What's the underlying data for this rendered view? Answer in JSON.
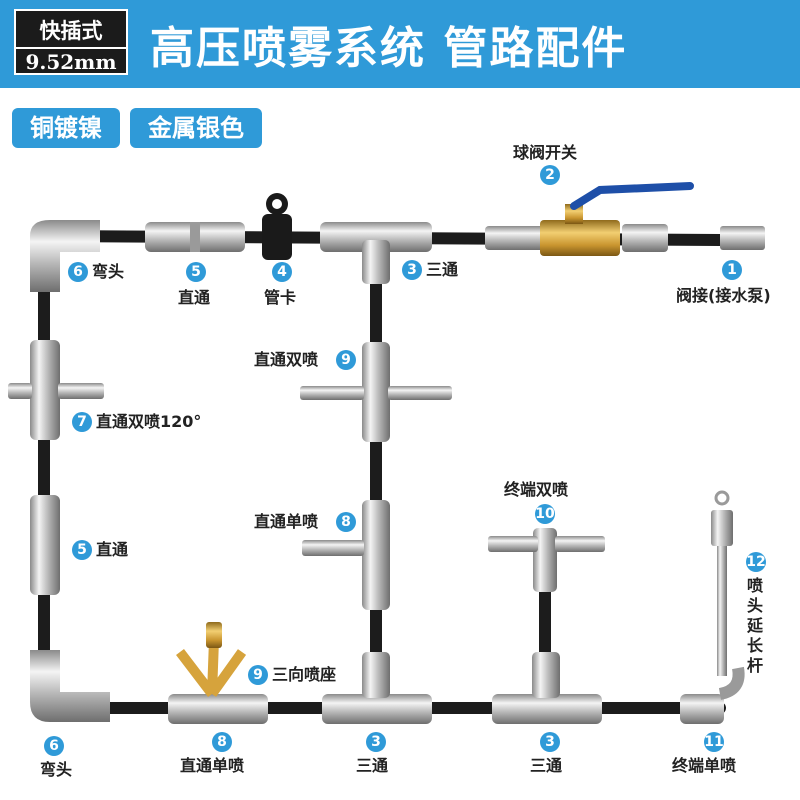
{
  "header": {
    "chip_line1": "快插式",
    "chip_line2": "9.52mm",
    "title": "高压喷雾系统  管路配件"
  },
  "tags": [
    "铜镀镍",
    "金属银色"
  ],
  "parts": {
    "valve_connector": {
      "num": "1",
      "label": "阀接(接水泵)"
    },
    "ball_valve": {
      "num": "2",
      "label": "球阀开关"
    },
    "tee": {
      "num": "3",
      "label": "三通"
    },
    "pipe_clamp": {
      "num": "4",
      "label": "管卡"
    },
    "straight": {
      "num": "5",
      "label": "直通"
    },
    "elbow": {
      "num": "6",
      "label": "弯头"
    },
    "straight_double_120": {
      "num": "7",
      "label": "直通双喷120°"
    },
    "straight_single": {
      "num": "8",
      "label": "直通单喷"
    },
    "straight_double": {
      "num": "9",
      "label": "直通双喷"
    },
    "three_way_seat": {
      "num": "9",
      "label": "三向喷座"
    },
    "end_double": {
      "num": "10",
      "label": "终端双喷"
    },
    "end_single": {
      "num": "11",
      "label": "终端单喷"
    },
    "extension_rod": {
      "num": "12",
      "label": "喷头延长杆"
    }
  },
  "colors": {
    "accent": "#2f9ad8",
    "hose": "#1c1c1c",
    "metal": "#c9c9c9",
    "brass": "#d6a33c",
    "handle": "#1e4fa8"
  }
}
